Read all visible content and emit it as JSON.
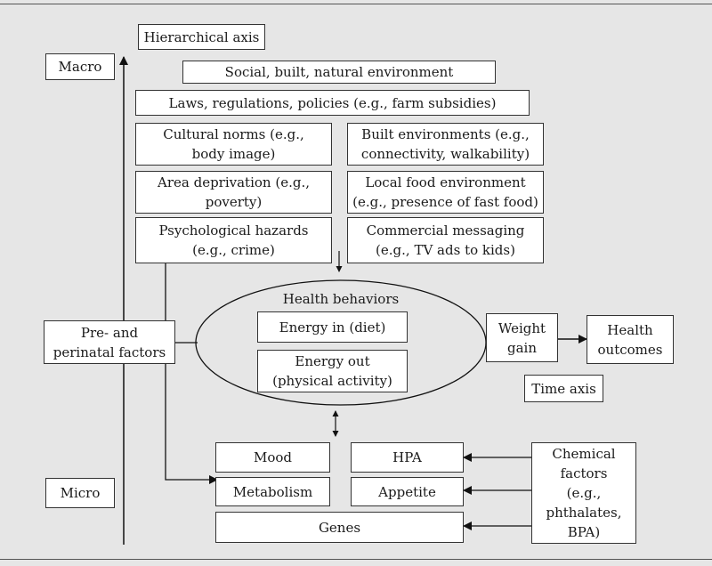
{
  "labels": {
    "hierarchical_axis": "Hierarchical axis",
    "macro": "Macro",
    "micro": "Micro",
    "time_axis": "Time axis"
  },
  "environment": {
    "social": "Social, built, natural environment",
    "laws": "Laws, regulations, policies (e.g., farm subsidies)",
    "cultural_norms": "Cultural norms (e.g., body image)",
    "built_environments": "Built environments (e.g., connectivity, walkability)",
    "area_deprivation": "Area deprivation (e.g., poverty)",
    "local_food": "Local food environment (e.g., presence of fast food)",
    "psych_hazards": "Psychological hazards (e.g., crime)",
    "commercial": "Commercial messaging (e.g., TV ads to kids)"
  },
  "behaviors": {
    "title": "Health behaviors",
    "energy_in": "Energy in (diet)",
    "energy_out": "Energy out (physical activity)"
  },
  "pathway": {
    "perinatal": "Pre- and perinatal factors",
    "weight_gain": "Weight gain",
    "health_outcomes": "Health outcomes"
  },
  "biology": {
    "mood": "Mood",
    "hpa": "HPA",
    "metabolism": "Metabolism",
    "appetite": "Appetite",
    "genes": "Genes",
    "chemical": "Chemical factors (e.g., phthalates, BPA)"
  }
}
